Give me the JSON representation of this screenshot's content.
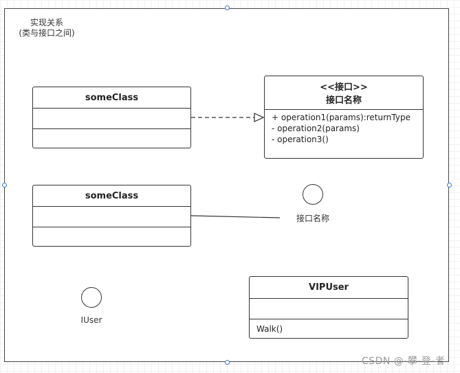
{
  "frame": {
    "label_line1": "实现关系",
    "label_line2": "(类与接口之间)"
  },
  "class_top": {
    "name": "someClass"
  },
  "interface_box": {
    "stereotype": "<<接口>>",
    "name": "接口名称",
    "operations": [
      "+ operation1(params):returnType",
      "- operation2(params)",
      "- operation3()"
    ]
  },
  "class_mid": {
    "name": "someClass"
  },
  "lollipop_interface": {
    "label": "接口名称"
  },
  "iuser_interface": {
    "label": "IUser"
  },
  "vipuser_class": {
    "name": "VIPUser",
    "operations": [
      "Walk()"
    ]
  },
  "watermark": "CSDN @-攀-登-者-",
  "colors": {
    "line": "#333333",
    "handle": "#3a7bd5"
  }
}
